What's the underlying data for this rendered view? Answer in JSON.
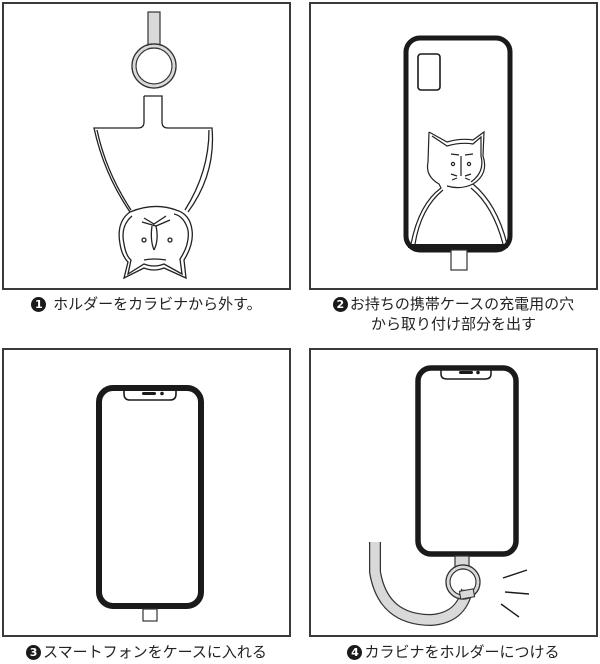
{
  "steps": [
    {
      "number": "1",
      "text": "ホルダーをカラビナから外す。",
      "illustration": "holder-detached-from-carabiner"
    },
    {
      "number": "2",
      "text_line1": "お持ちの携帯ケースの充電用の穴",
      "text_line2": "から取り付け部分を出す",
      "illustration": "tab-through-charging-hole"
    },
    {
      "number": "3",
      "text": "スマートフォンをケースに入れる",
      "illustration": "phone-in-case"
    },
    {
      "number": "4",
      "text": "カラビナをホルダーにつける",
      "illustration": "carabiner-attached"
    }
  ],
  "colors": {
    "line": "#1a1a1a",
    "strap": "#d9d9d9",
    "border": "#3a3a3a",
    "background": "#ffffff"
  }
}
